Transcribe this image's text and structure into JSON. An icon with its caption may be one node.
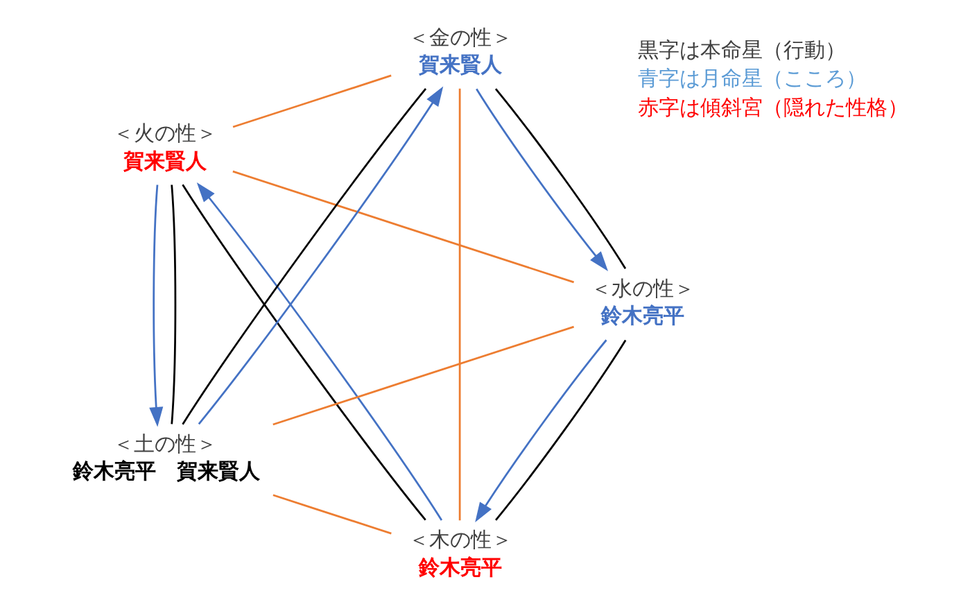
{
  "diagram": {
    "nodes": [
      {
        "text": [
          "＜木の性＞",
          "鈴木亮平"
        ]
      },
      {
        "text": [
          "＜水の性＞",
          "鈴木亮平"
        ]
      },
      {
        "text": [
          "＜火の性＞",
          "賀来賢人"
        ]
      },
      {
        "text": [
          "＜金の性＞",
          "賀来賢人"
        ]
      },
      {
        "text": [
          "＜土の性＞",
          "鈴木亮平　賀来賢人"
        ]
      }
    ],
    "edges": [
      {
        "from": 0,
        "to": 2,
        "arrow": "none"
      },
      {
        "from": 2,
        "to": 4,
        "arrow": "none"
      },
      {
        "from": 4,
        "to": 3,
        "arrow": "none"
      },
      {
        "from": 3,
        "to": 1,
        "arrow": "none"
      },
      {
        "from": 1,
        "to": 0,
        "arrow": "none"
      },
      {
        "from": 1,
        "to": 0,
        "arrow": "to",
        "color": "#4472c4"
      },
      {
        "from": 0,
        "to": 2,
        "arrow": "to",
        "color": "#4472c4"
      },
      {
        "from": 2,
        "to": 4,
        "arrow": "to",
        "color": "#4472c4"
      },
      {
        "from": 4,
        "to": 3,
        "arrow": "to",
        "color": "#4472c4"
      },
      {
        "from": 3,
        "to": 1,
        "arrow": "to",
        "color": "#4472c4"
      },
      {
        "from": 0,
        "to": 3,
        "arrow": "none",
        "color": "#ed7d31"
      },
      {
        "from": 0,
        "to": 4,
        "arrow": "none",
        "color": "#ed7d31"
      },
      {
        "from": 1,
        "to": 2,
        "arrow": "none",
        "color": "#ed7d31"
      },
      {
        "from": 1,
        "to": 4,
        "arrow": "none",
        "color": "#ed7d31"
      },
      {
        "from": 2,
        "to": 3,
        "arrow": "none",
        "color": "#ed7d31"
      }
    ],
    "legend": [
      {
        "text": "黒字は本命星（行動）",
        "color": "#404040"
      },
      {
        "text": "青字は月命星（こころ）",
        "color": "#5b9bd5"
      },
      {
        "text": "赤字は傾斜宮（隠れた性格）",
        "color": "#ff0000"
      }
    ]
  }
}
